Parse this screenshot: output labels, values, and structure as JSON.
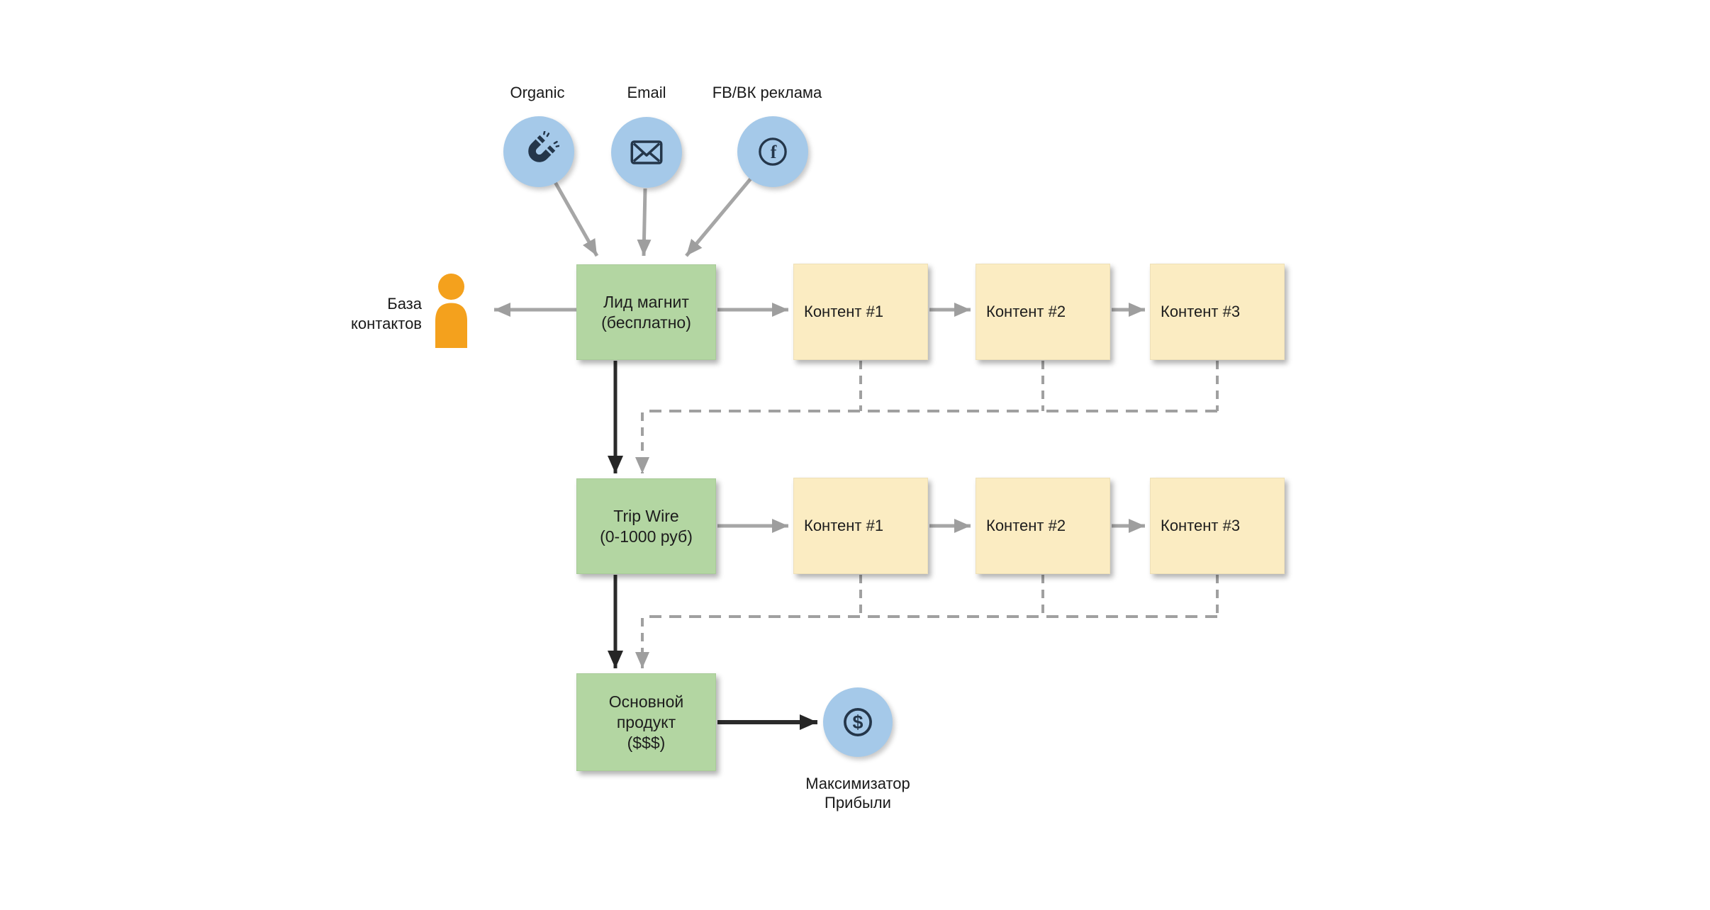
{
  "traffic_sources": [
    {
      "label": "Organic",
      "icon": "magnet-icon"
    },
    {
      "label": "Email",
      "icon": "envelope-icon"
    },
    {
      "label": "FB/ВК реклама",
      "icon": "facebook-icon"
    }
  ],
  "contact_base": {
    "lines": [
      "База",
      "контактов"
    ],
    "icon": "person-icon"
  },
  "stages": [
    {
      "lines": [
        "Лид магнит",
        "(бесплатно)"
      ]
    },
    {
      "lines": [
        "Trip Wire",
        "(0-1000 руб)"
      ]
    },
    {
      "lines": [
        "Основной",
        "продукт",
        "($$$)"
      ]
    }
  ],
  "content_rows": [
    {
      "items": [
        "Контент #1",
        "Контент #2",
        "Контент #3"
      ]
    },
    {
      "items": [
        "Контент #1",
        "Контент #2",
        "Контент #3"
      ]
    }
  ],
  "profit_maximizer": {
    "lines": [
      "Максимизатор",
      "Прибыли"
    ],
    "icon": "dollar-icon"
  },
  "colors": {
    "stage_green": "#b3d6a2",
    "content_yellow": "#fbecc2",
    "icon_blue": "#a5c9e9",
    "person_orange": "#f4a11d",
    "icon_navy": "#24364a",
    "connector_gray": "#a3a3a3",
    "connector_black": "#2b2b2b"
  }
}
